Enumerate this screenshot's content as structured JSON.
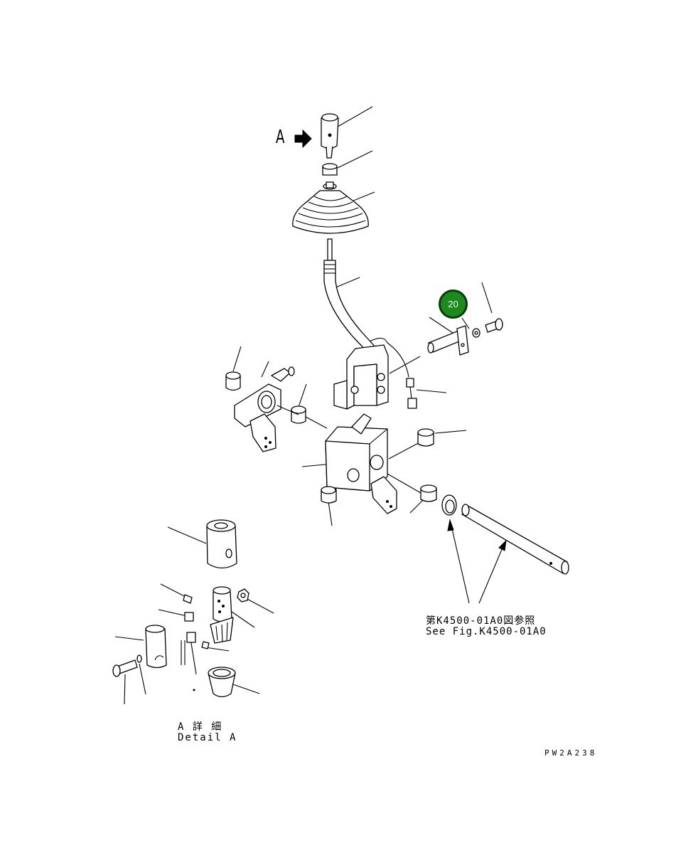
{
  "view_label": "A",
  "callout": {
    "number": "20",
    "color": "#1e8a1e",
    "border_color": "#0b3d0b"
  },
  "reference": {
    "line_jp": "第K4500-01A0図参照",
    "line_en": "See Fig.K4500-01A0"
  },
  "detail": {
    "line_jp": "A 詳 細",
    "line_en": "Detail A"
  },
  "drawing_code": "PW2A238"
}
